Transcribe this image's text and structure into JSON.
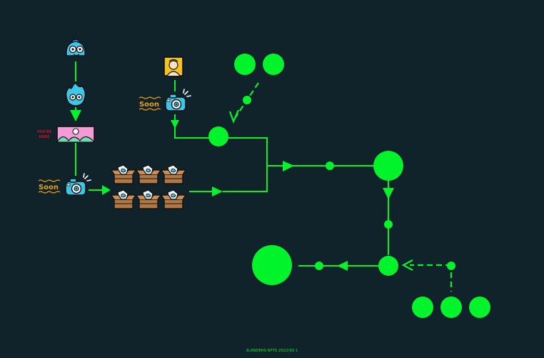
{
  "colors": {
    "background": "#10232b",
    "flow": "#00f32b",
    "soon": "#e5a01a",
    "here": "#c8102e",
    "ink": "#111111",
    "cyan": "#3ec6e8",
    "pink": "#f49ad6",
    "mint": "#6fdcb5",
    "box": "#b07845",
    "yellow": "#f6c31c"
  },
  "labels": {
    "soon_top": "Soon",
    "soon_bottom": "Soon",
    "here_line1": "YOU'RE",
    "here_line2": "HERE"
  },
  "icons": [
    "blue-creature-icon",
    "blue-flame-icon",
    "landscape-card-icon",
    "portrait-card-icon",
    "camera-icon",
    "crate-icon"
  ],
  "footer": "3LANDERS NFTS 2022/SS 1"
}
